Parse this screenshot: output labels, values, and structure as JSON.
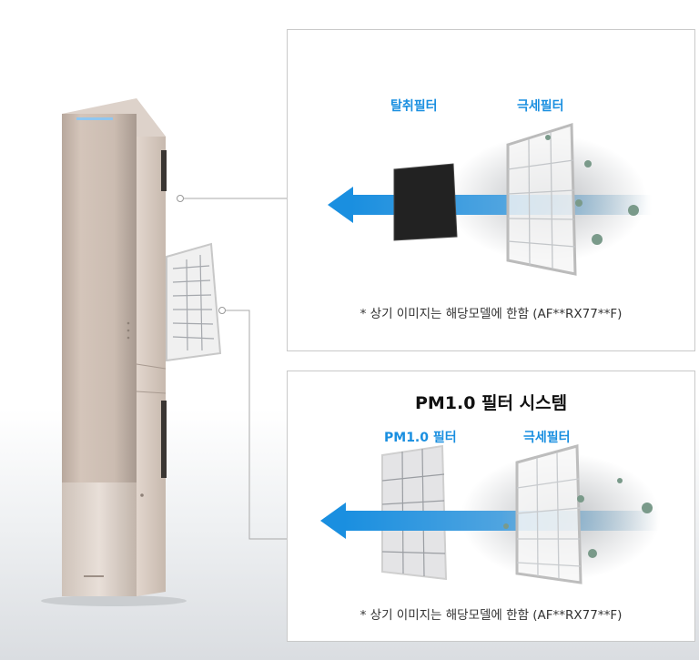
{
  "panel_top": {
    "label_left": "탈취필터",
    "label_right": "극세필터",
    "note": "* 상기 이미지는 해당모델에 한함 (AF**RX77**F)"
  },
  "panel_bottom": {
    "title": "PM1.0 필터 시스템",
    "label_left": "PM1.0 필터",
    "label_right": "극세필터",
    "note": "* 상기 이미지는 해당모델에 한함 (AF**RX77**F)"
  },
  "colors": {
    "accent": "#1a8fe0",
    "unit_body": "#c9b9ae",
    "panel_border": "#c9c9c9"
  }
}
